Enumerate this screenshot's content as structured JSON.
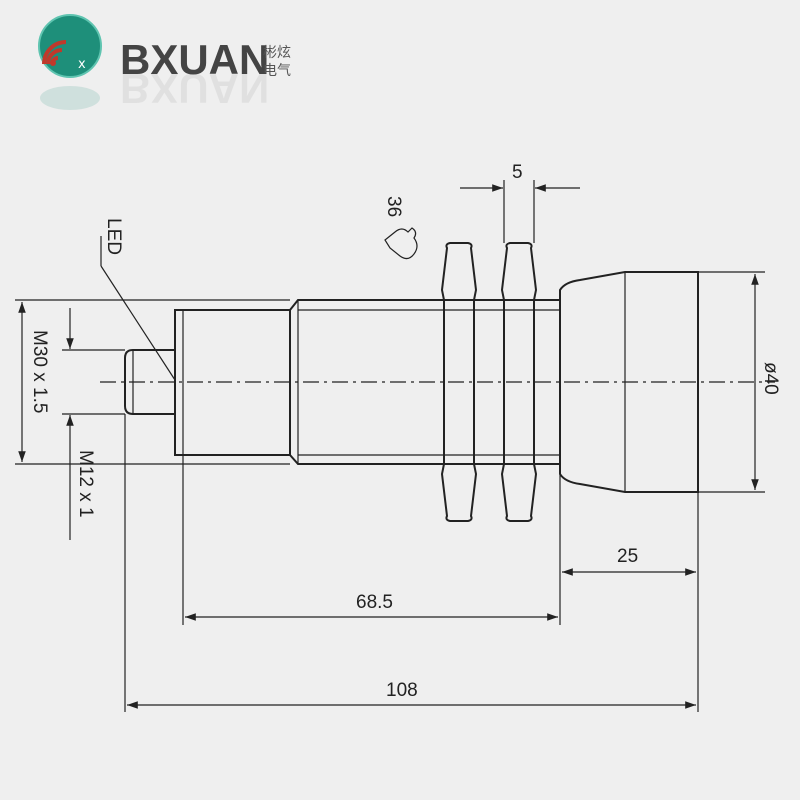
{
  "brand": {
    "name": "BXUAN",
    "cn_line1": "彬炫",
    "cn_line2": "电气",
    "logo_mark": "x",
    "colors": {
      "logo_bg": "#1e8f7a",
      "logo_arc": "#c0392b",
      "text": "#444444"
    }
  },
  "labels": {
    "led": "LED",
    "thread_main": "M30 x 1.5",
    "thread_connector": "M12 x 1",
    "wrench": "36",
    "nut_width": "5",
    "diameter": "ø40",
    "head_length": "25",
    "body_length": "68.5",
    "total_length": "108"
  },
  "icons": {
    "wrench": "wrench-icon",
    "logo": "wifi-signal-logo-icon"
  }
}
